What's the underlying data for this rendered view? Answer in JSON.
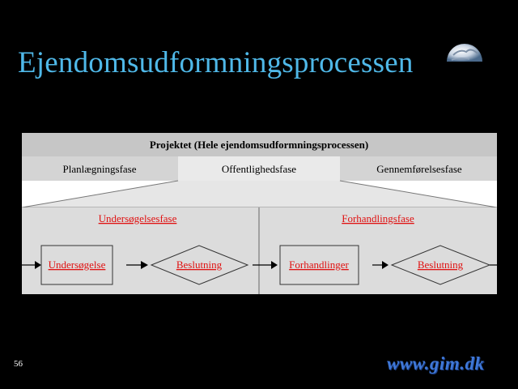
{
  "slide": {
    "title": "Ejendomsudformningsprocessen",
    "page_number": "56",
    "logo_text": "www.gim.dk"
  },
  "diagram": {
    "header": "Projektet (Hele ejendomsudformningsprocessen)",
    "phases": [
      "Planlægningsfase",
      "Offentlighedsfase",
      "Gennemførelsesfase"
    ],
    "highlighted_phase": "Offentlighedsfase",
    "subphases": [
      {
        "title": "Undersøgelsesfase",
        "box": "Undersøgelse",
        "decision": "Beslutning"
      },
      {
        "title": "Forhandlingsfase",
        "box": "Forhandlinger",
        "decision": "Beslutning"
      }
    ],
    "colors": {
      "header_bg": "#c6c6c6",
      "phase_bg": "#d4d4d4",
      "highlight_bg": "#eaeaea",
      "panel_bg": "#dcdcdc",
      "link_text": "#e01010"
    }
  }
}
